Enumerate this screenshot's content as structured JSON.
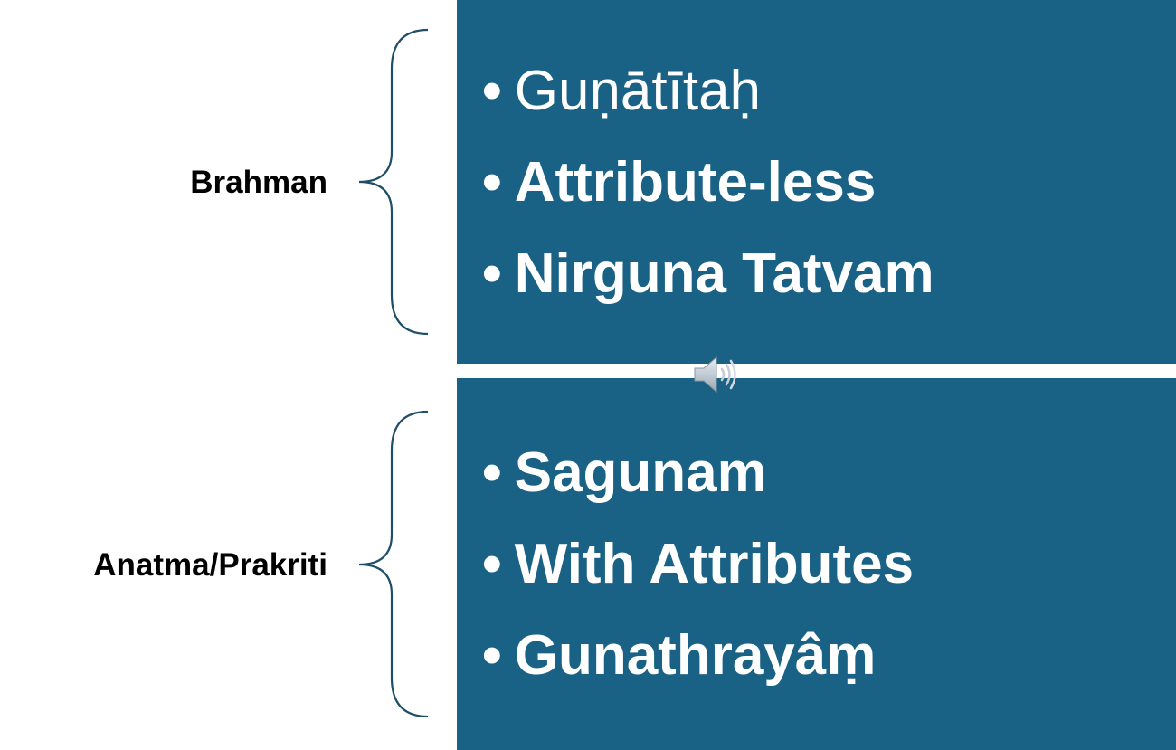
{
  "colors": {
    "box_fill": "#1A6285",
    "brace_stroke": "#1F4E68",
    "text": "#FFFFFF",
    "label": "#000000"
  },
  "groups": [
    {
      "label": "Brahman",
      "items": [
        {
          "text": "Guṇātītaḥ",
          "weight": "normal"
        },
        {
          "text": "Attribute-less",
          "weight": "bold"
        },
        {
          "text": "Nirguna Tatvam",
          "weight": "bold"
        }
      ]
    },
    {
      "label": "Anatma/Prakriti",
      "items": [
        {
          "text": "Sagunam",
          "weight": "bold"
        },
        {
          "text": "With Attributes",
          "weight": "bold"
        },
        {
          "text": "Gunathrayâṃ",
          "weight": "bold"
        }
      ]
    }
  ],
  "icons": {
    "audio": "speaker-icon"
  }
}
